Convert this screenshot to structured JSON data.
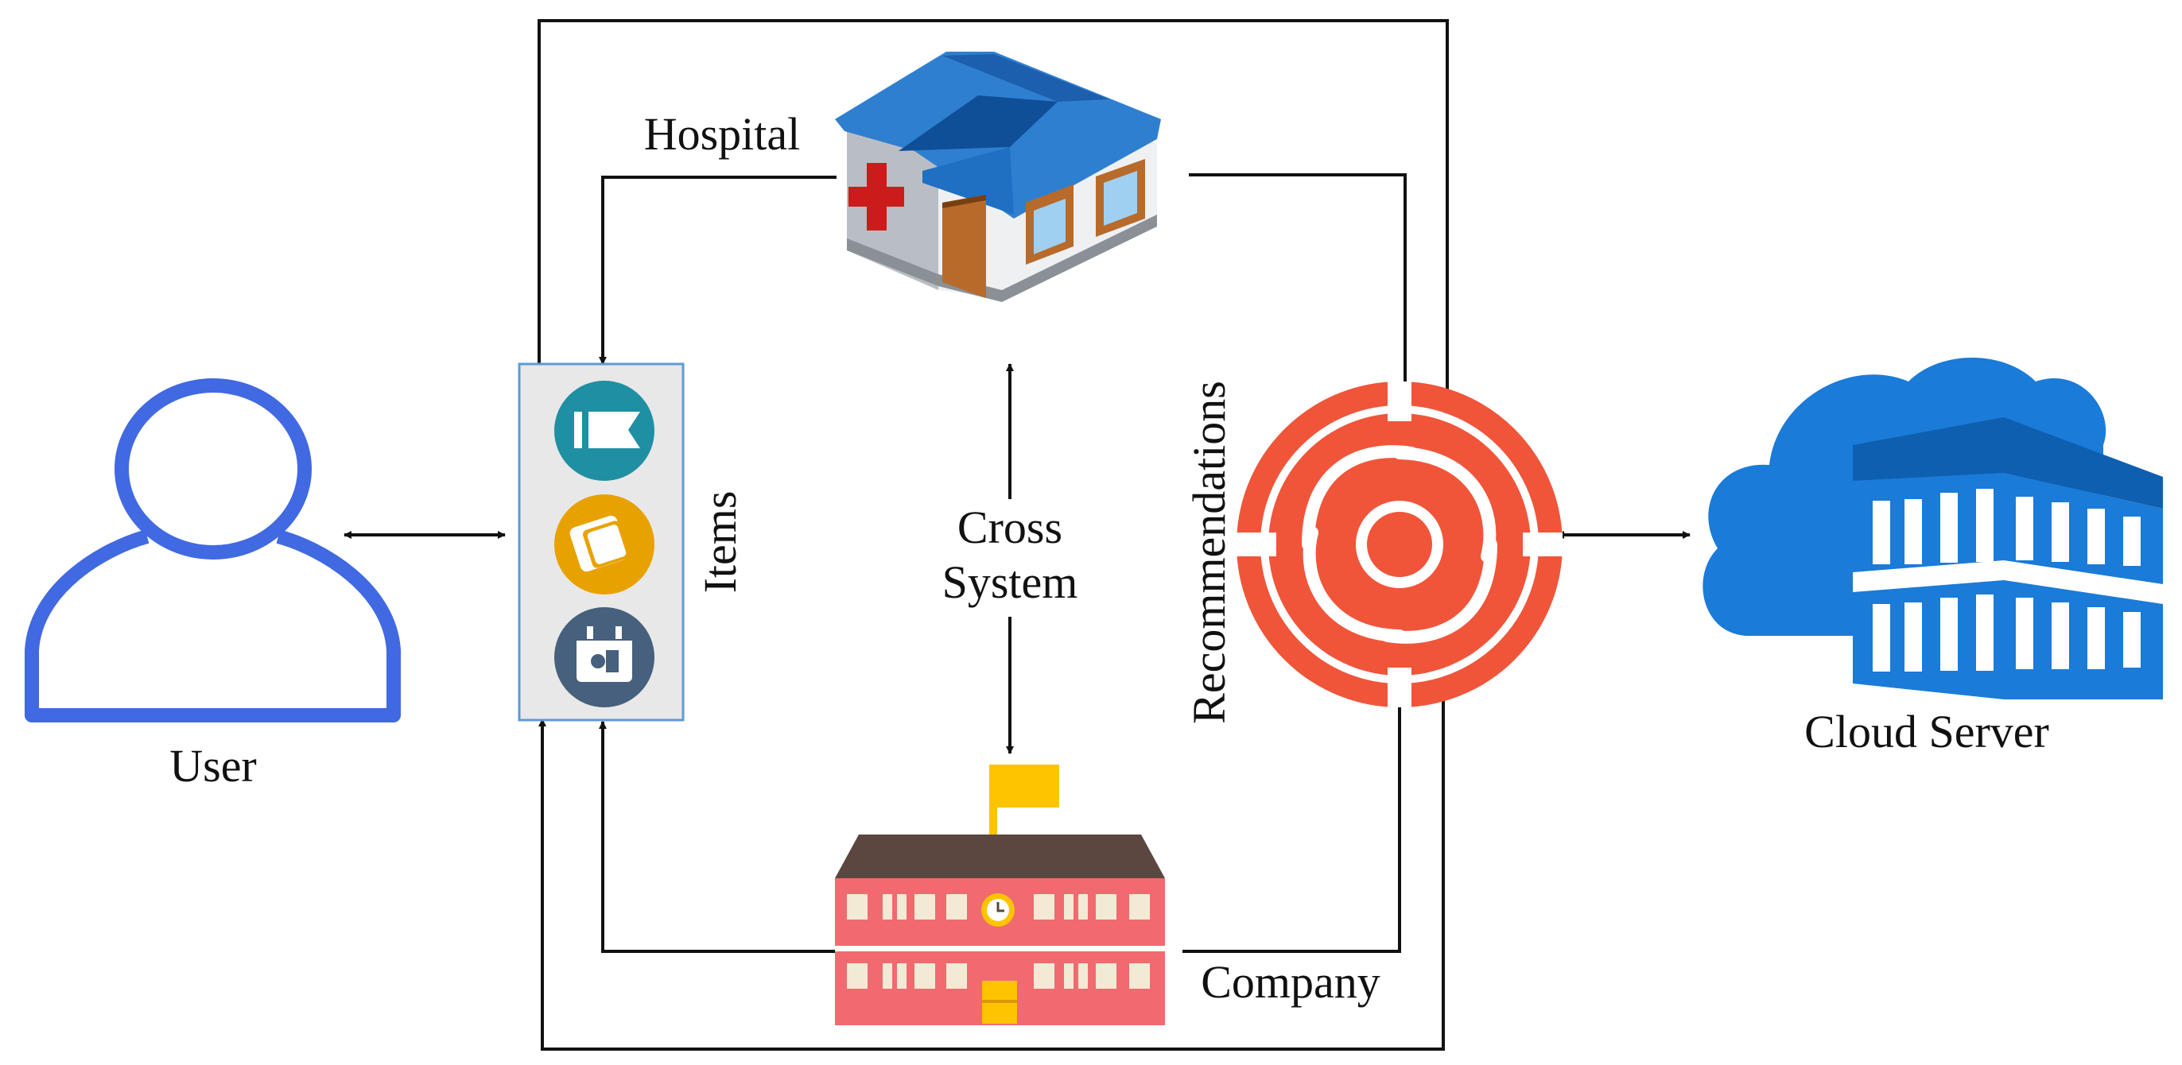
{
  "labels": {
    "user": "User",
    "items": "Items",
    "hospital": "Hospital",
    "cross_system_line1": "Cross",
    "cross_system_line2": "System",
    "company": "Company",
    "recommendations": "Recommendations",
    "cloud_server": "Cloud Server"
  },
  "colors": {
    "user_icon": "#4169e1",
    "items_panel_fill": "#e8e8e8",
    "items_panel_border": "#5b9bd5",
    "item_teal": "#1f8fa3",
    "item_orange": "#e8a200",
    "item_slate": "#46607d",
    "hospital_roof": "#2f7fd1",
    "hospital_wall": "#eef0f2",
    "hospital_cross": "#cc1b1b",
    "company_wall": "#f06a6f",
    "company_roof": "#5b4740",
    "company_flag": "#ffc400",
    "target": "#f0553a",
    "cloud": "#1a7bd8",
    "arrow": "#111111"
  },
  "icons": {
    "user": "user-icon",
    "item1": "flag-tag-icon",
    "item2": "card-icon",
    "item3": "calendar-icon",
    "hospital": "hospital-building-icon",
    "company": "company-building-icon",
    "recommendations": "target-icon",
    "cloud": "cloud-server-icon"
  }
}
